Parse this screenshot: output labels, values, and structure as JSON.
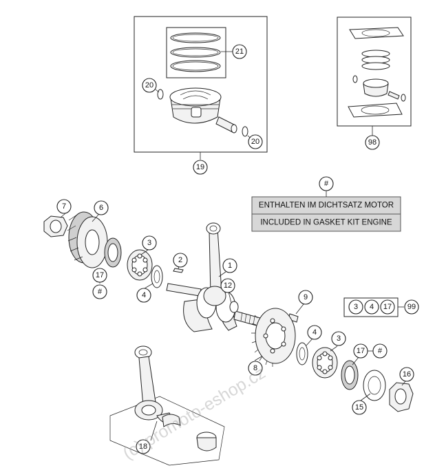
{
  "callouts": {
    "c1": "1",
    "c2": "2",
    "c3a": "3",
    "c3b": "3",
    "c4a": "4",
    "c4b": "4",
    "c6": "6",
    "c7": "7",
    "c8": "8",
    "c9": "9",
    "c12": "12",
    "c15": "15",
    "c16": "16",
    "c17a": "17",
    "c17b": "17",
    "c18": "18",
    "c19": "19",
    "c20a": "20",
    "c20b": "20",
    "c21": "21",
    "c98": "98",
    "hash_top": "#",
    "hash_left": "#",
    "hash_right": "#"
  },
  "gasket_note": {
    "line_de": "ENTHALTEN IM DICHTSATZ MOTOR",
    "line_en": "INCLUDED IN GASKET KIT ENGINE"
  },
  "set_99": {
    "items": [
      "3",
      "4",
      "17"
    ],
    "ref": "99"
  },
  "watermark": "(c) promoto-eshop.cz",
  "colors": {
    "line": "#222222",
    "note_fill": "#d7d7d7",
    "watermark": "#969696"
  }
}
